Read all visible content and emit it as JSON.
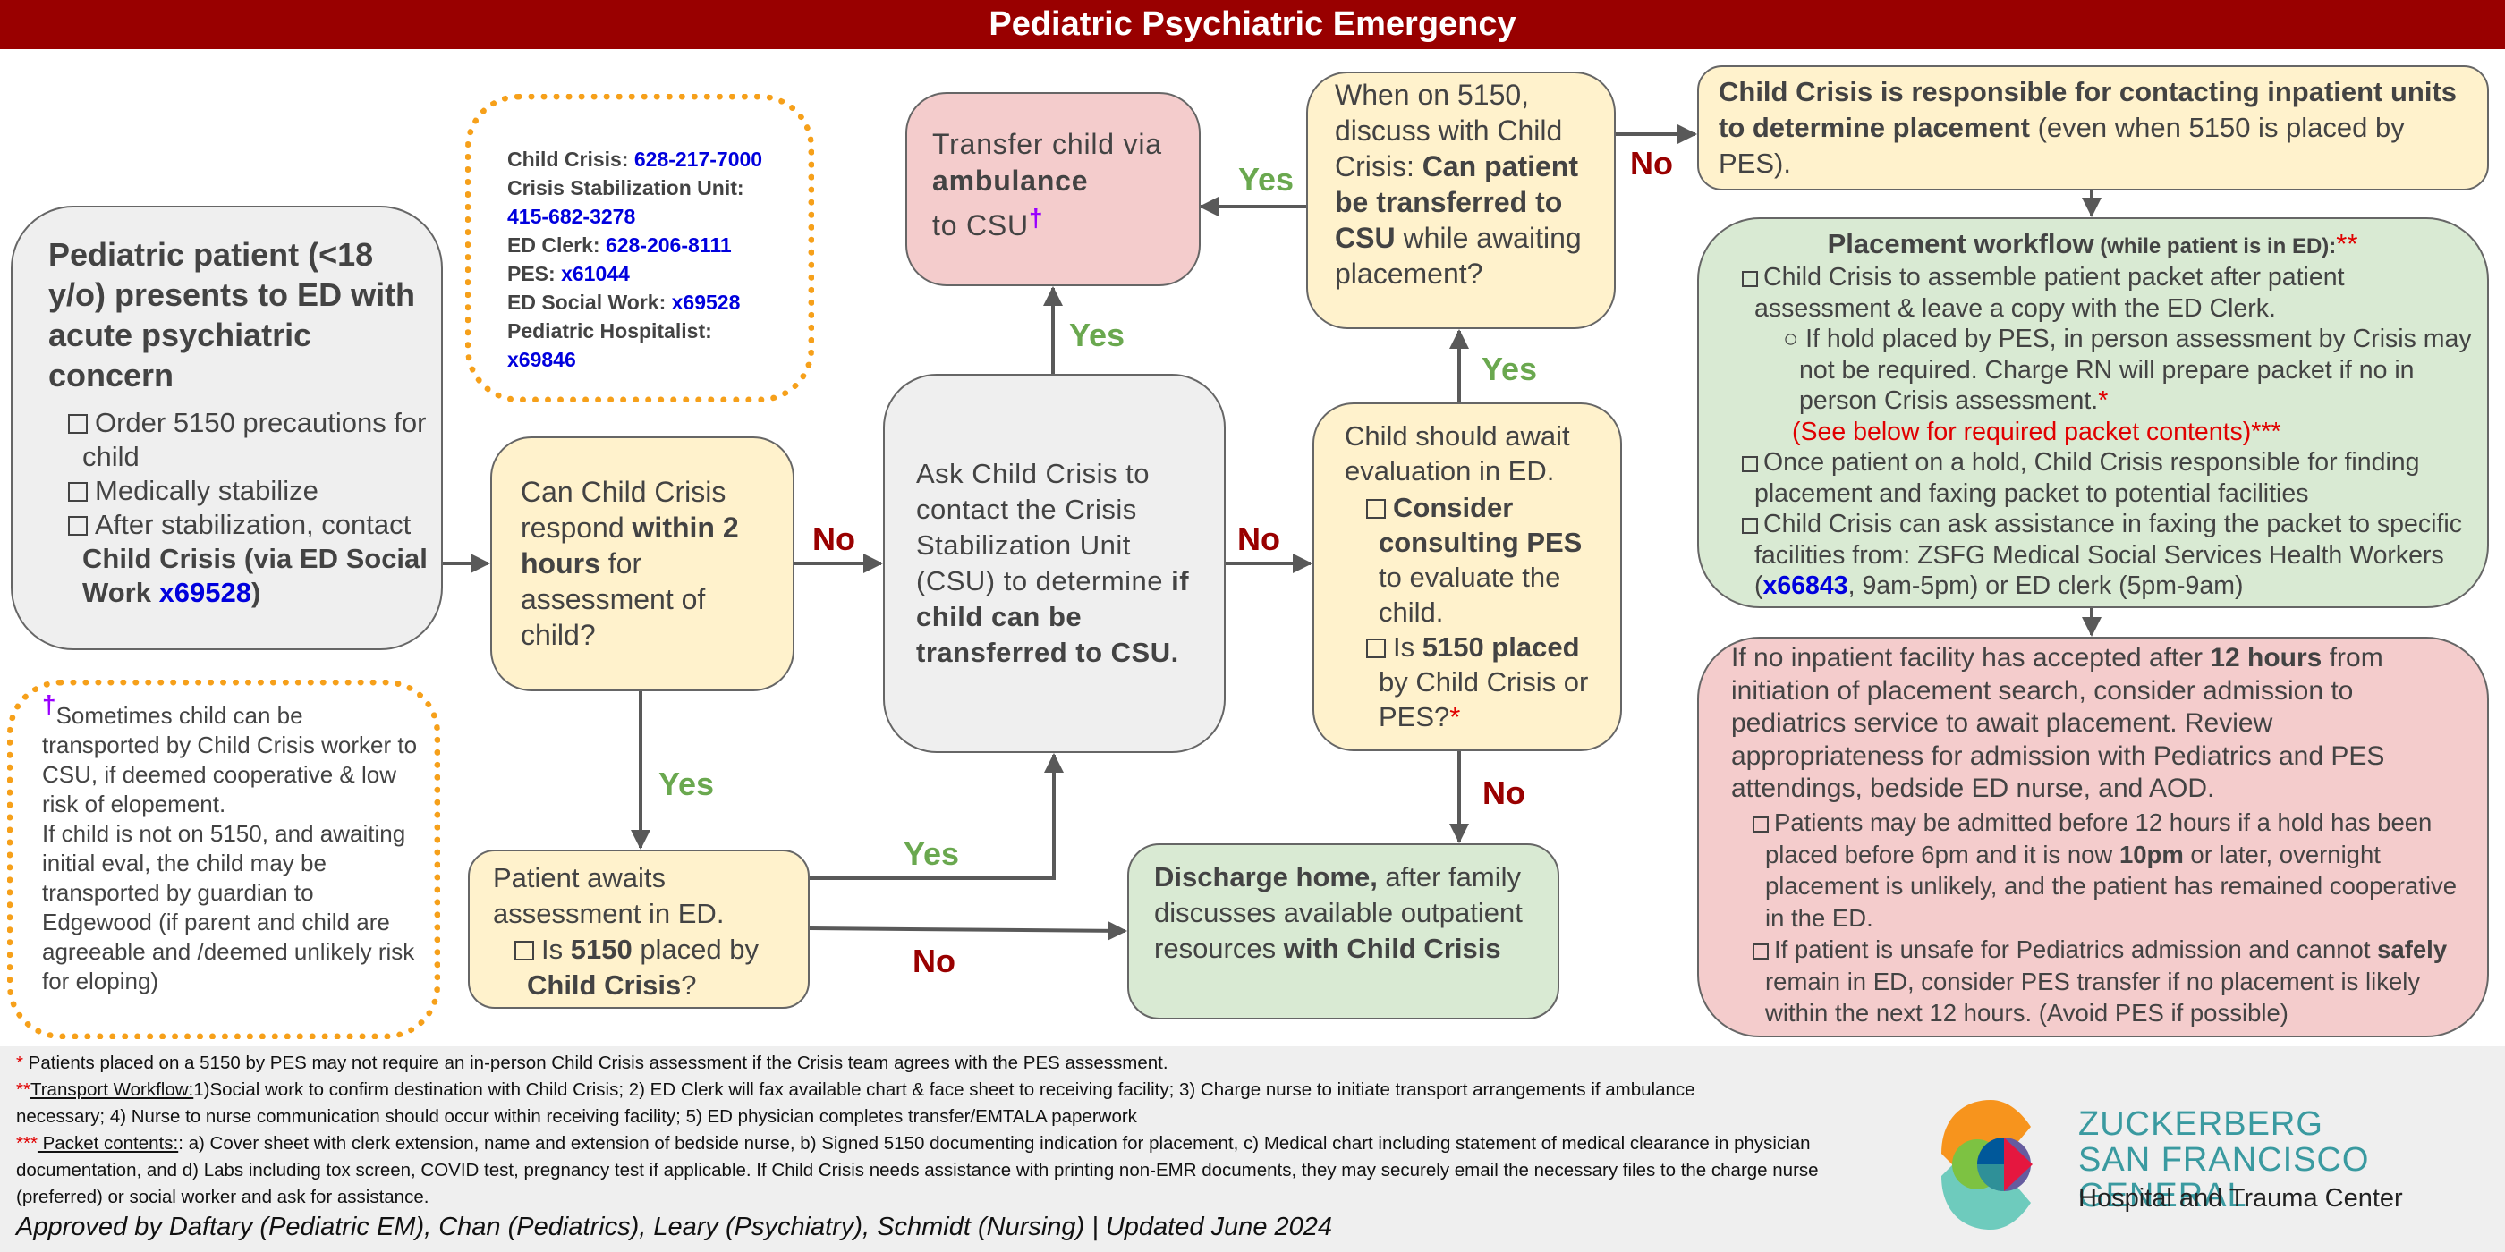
{
  "header": {
    "title": "Pediatric Psychiatric Emergency"
  },
  "contacts": {
    "items": [
      {
        "label": "Child Crisis: ",
        "value": "628-217-7000"
      },
      {
        "label": "Crisis Stabilization Unit:",
        "value": "415-682-3278"
      },
      {
        "label": "ED Clerk: ",
        "value": "628-206-8111"
      },
      {
        "label": "PES: ",
        "value": "x61044"
      },
      {
        "label": "ED Social Work: ",
        "value": "x69528"
      },
      {
        "label": "Pediatric Hospitalist:",
        "value": "x69846"
      }
    ]
  },
  "start_box": {
    "title": "Pediatric patient (<18 y/o) presents to ED with acute psychiatric concern",
    "item1": "Order 5150 precautions for child",
    "item2": "Medically stabilize",
    "item3_prefix": "After stabilization, contact ",
    "item3_bold": "Child Crisis (via ED Social Work ",
    "item3_ext": "x69528",
    "item3_suffix": ")"
  },
  "transport_note": {
    "dagger": "†",
    "text1": "Sometimes child can be transported by Child Crisis worker to CSU, if deemed cooperative & low risk of elopement.",
    "text2": "If child is not on 5150, and awaiting initial eval, the child may be transported by guardian to Edgewood (if parent and child are agreeable and /deemed unlikely risk for eloping)"
  },
  "respond_box": {
    "pre": "Can Child Crisis respond ",
    "bold": "within 2 hours",
    "post": " for assessment of child?"
  },
  "csu_box": {
    "pre": "Ask Child Crisis to contact the Crisis Stabilization Unit (CSU) to determine ",
    "bold": "if child can be transferred to CSU."
  },
  "ambulance_box": {
    "pre": "Transfer child via ",
    "bold": "ambulance",
    "post": " to CSU",
    "dagger": "†"
  },
  "on5150_box": {
    "pre": "When on 5150, discuss with Child Crisis: ",
    "bold": "Can patient be transferred to CSU",
    "post": " while awaiting placement?"
  },
  "await_eval_box": {
    "intro": "Child should await evaluation in ED.",
    "item1_bold": "Consider consulting PES",
    "item1_post": " to evaluate the child.",
    "item2_pre": "Is ",
    "item2_bold": "5150 placed",
    "item2_post": " by Child Crisis or PES?",
    "item2_star": "*"
  },
  "await_assess_box": {
    "intro": "Patient awaits assessment in ED.",
    "item_pre": "Is ",
    "item_bold": "5150",
    "item_mid": " placed by ",
    "item_bold2": "Child Crisis",
    "item_post": "?"
  },
  "discharge_box": {
    "bold": "Discharge home,",
    "mid": " after family discusses available outpatient resources ",
    "bold2": "with Child Crisis"
  },
  "responsible_box": {
    "bold": "Child Crisis is responsible for contacting inpatient units to determine placement",
    "post": " (even when 5150 is placed by PES)."
  },
  "placement_box": {
    "title": "Placement workflow",
    "subtitle": " (while patient is in ED):",
    "title_stars": "**",
    "item1": "Child Crisis to assemble patient packet after patient assessment & leave a copy with the ED Clerk.",
    "subitem": "If hold placed by PES, in person assessment by Crisis may not be required. Charge RN will prepare packet if no in person Crisis assessment.",
    "subitem_star": "*",
    "see_below": "(See below for required packet contents)***",
    "item2": "Once patient on a hold, Child Crisis responsible for finding placement and faxing packet to potential facilities",
    "item3_pre": "Child Crisis can ask assistance in faxing the packet to specific facilities from: ZSFG Medical Social Services Health Workers (",
    "item3_ext": "x66843",
    "item3_post": ", 9am-5pm) or ED clerk (5pm-9am)"
  },
  "no_facility_box": {
    "pre": "If no inpatient facility has accepted after ",
    "bold": "12 hours",
    "post": " from initiation of placement search, consider admission to pediatrics service to await placement. Review appropriateness for admission with Pediatrics and PES attendings, bedside ED nurse, and AOD.",
    "item1_pre": "Patients may be admitted before 12 hours if a hold has been placed before 6pm and it is now ",
    "item1_bold": "10pm",
    "item1_post": " or later, overnight placement is unlikely, and the patient has remained cooperative in the ED.",
    "item2_pre": "If patient is unsafe for Pediatrics admission and cannot ",
    "item2_bold": "safely",
    "item2_post": " remain in ED, consider PES transfer if no placement is likely within the next 12 hours. (Avoid PES if possible)"
  },
  "edge_labels": {
    "yes": "Yes",
    "no": "No"
  },
  "footnotes": {
    "f1_mark": "*",
    "f1": " Patients placed on a 5150 by PES may not require an in-person Child Crisis assessment if the Crisis team agrees with the PES assessment.",
    "f2_mark": "**",
    "f2_title": "Transport Workflow:",
    "f2": "1)Social work to confirm destination with Child Crisis; 2) ED Clerk will fax available chart & face sheet to receiving facility; 3) Charge nurse to initiate transport arrangements if ambulance necessary; 4) Nurse to nurse communication should occur within receiving facility; 5) ED physician completes transfer/EMTALA paperwork",
    "f3_mark": "***",
    "f3_title": " Packet contents:",
    "f3": ": a) Cover sheet with clerk extension, name and extension of bedside nurse, b) Signed 5150 documenting indication for placement, c) Medical chart including statement of medical clearance in physician documentation, and d) Labs including tox screen, COVID test, pregnancy test if applicable. If Child Crisis needs assistance with printing non-EMR documents, they may securely email the necessary files to the charge nurse (preferred) or social worker and ask for assistance.",
    "approved": "Approved by Daftary (Pediatric EM), Chan (Pediatrics), Leary (Psychiatry), Schmidt (Nursing) | Updated June 2024"
  },
  "logo": {
    "line1": "ZUCKERBERG",
    "line2": "SAN FRANCISCO GENERAL",
    "line3": "Hospital and Trauma Center",
    "colors": {
      "orange": "#f7941d",
      "green": "#7dc242",
      "teal": "#6ecbbd",
      "purple": "#665c9f",
      "navy": "#00589a",
      "red": "#e5173f",
      "darkteal": "#2f9098",
      "text": "#3a9aa0"
    }
  },
  "colors": {
    "header": "#990000",
    "yes": "#6aa84f",
    "no": "#990000",
    "link": "#0000dd",
    "gray_box": "#efefef",
    "yellow_box": "#fff2cc",
    "pink_box": "#f4cccc",
    "green_box": "#d9ead3",
    "dotted_border": "#f6a01a"
  }
}
